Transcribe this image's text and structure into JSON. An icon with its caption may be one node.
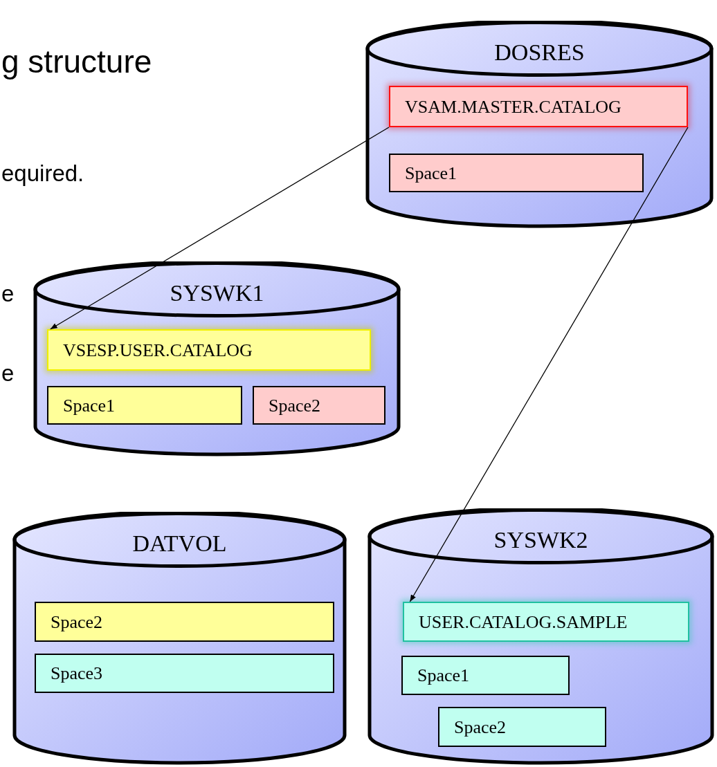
{
  "diagram": {
    "nodes": [
      {
        "text": [
          "DOSRES"
        ]
      },
      {
        "text": [
          "VSAM.MASTER.CATALOG"
        ],
        "in": 0
      },
      {
        "text": [
          "Space1"
        ],
        "in": 0
      },
      {
        "text": [
          "SYSWK1"
        ]
      },
      {
        "text": [
          "VSESP.USER.CATALOG"
        ],
        "in": 3
      },
      {
        "text": [
          "Space1"
        ],
        "in": 3
      },
      {
        "text": [
          "Space2"
        ],
        "in": 3
      },
      {
        "text": [
          "DATVOL"
        ]
      },
      {
        "text": [
          "Space2"
        ],
        "in": 7
      },
      {
        "text": [
          "Space3"
        ],
        "in": 7
      },
      {
        "text": [
          "SYSWK2"
        ]
      },
      {
        "text": [
          "USER.CATALOG.SAMPLE"
        ],
        "in": 10
      },
      {
        "text": [
          "Space1"
        ],
        "in": 10
      },
      {
        "text": [
          "Space2"
        ],
        "in": 10
      }
    ],
    "edges": [
      {
        "from": 1,
        "to": 4,
        "arrow": "to"
      },
      {
        "from": 1,
        "to": 11,
        "arrow": "to"
      }
    ],
    "labels": [
      "g structure",
      "equired.",
      "e",
      "e"
    ]
  }
}
